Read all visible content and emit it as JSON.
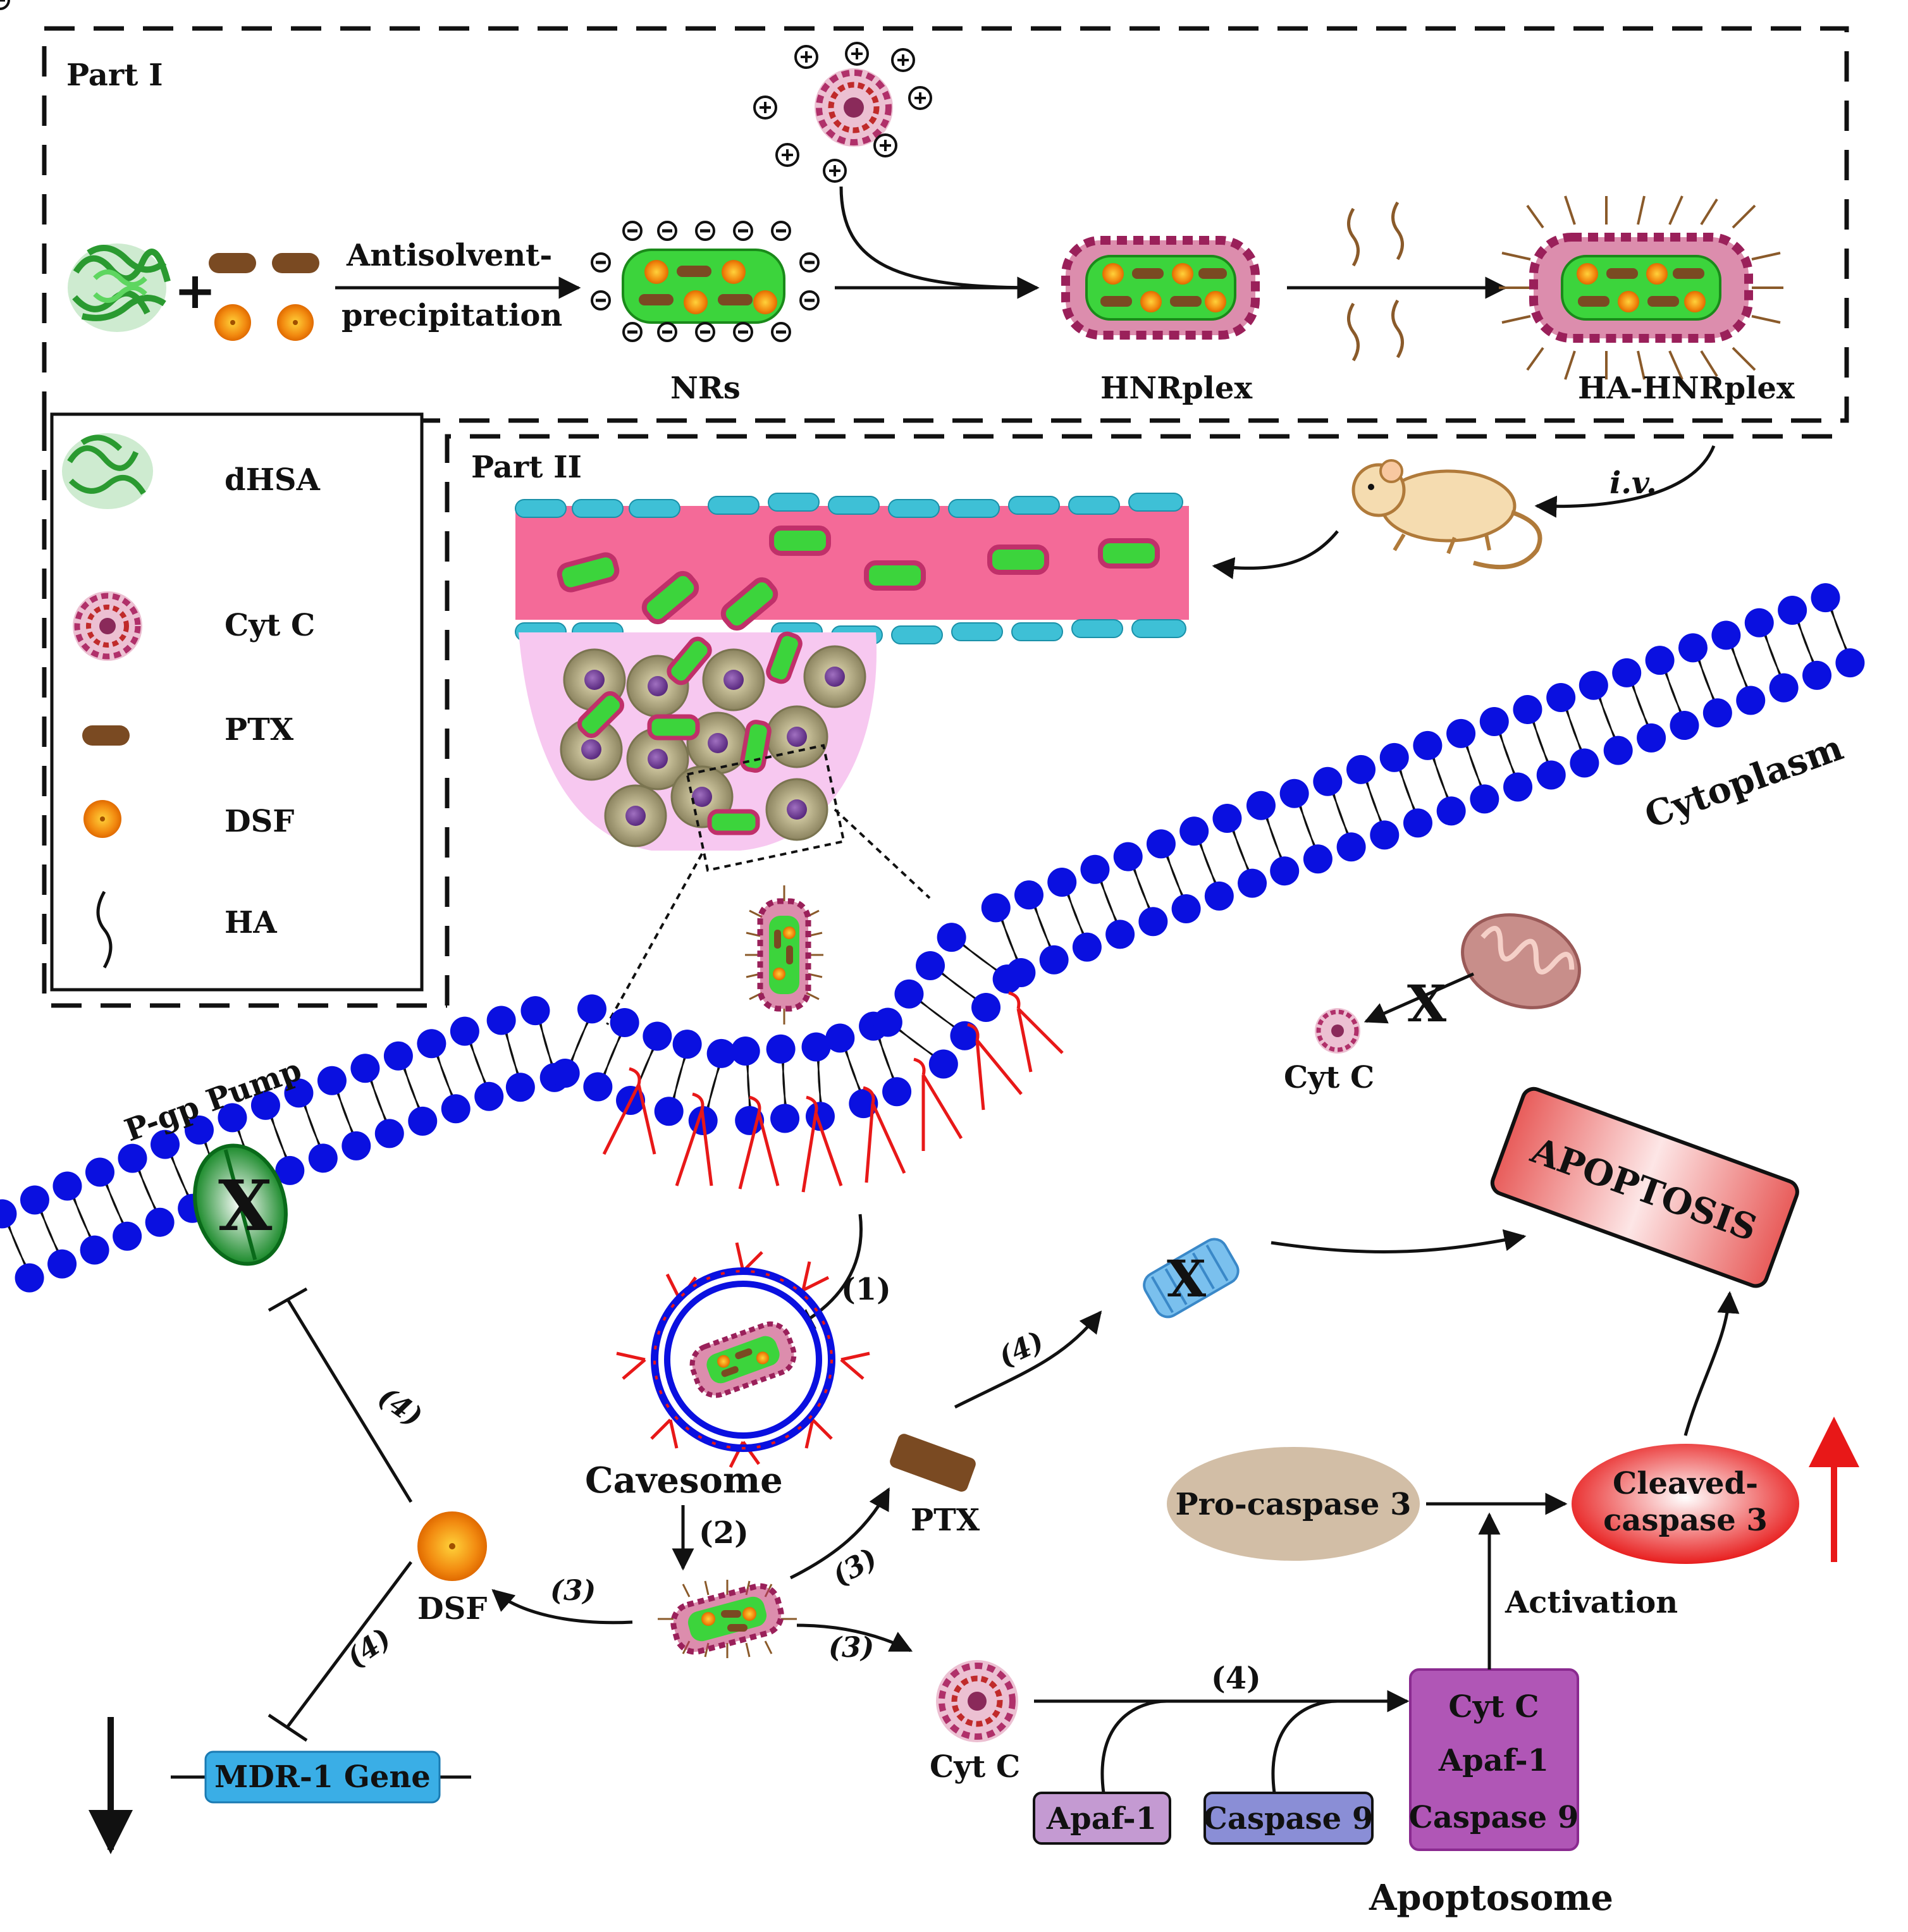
{
  "part1": {
    "title": "Part I",
    "step_label_1": "Antisolvent-",
    "step_label_2": "precipitation",
    "nrs": "NRs",
    "hnrplex": "HNRplex",
    "ha_hnrplex": "HA-HNRplex"
  },
  "legend": {
    "items": [
      "dHSA",
      "Cyt C",
      "PTX",
      "DSF",
      "HA"
    ]
  },
  "part2": {
    "title": "Part II",
    "route": "i.v."
  },
  "cell": {
    "cytoplasm": "Cytoplasm",
    "pgp": "P-gp Pump",
    "cavesome": "Cavesome",
    "cytc_top": "Cyt C",
    "apoptosis": "APOPTOSIS",
    "ptx": "PTX",
    "dsf": "DSF",
    "mdr": "MDR-1 Gene",
    "cytc_bottom": "Cyt C",
    "apaf": "Apaf-1",
    "casp9": "Caspase 9",
    "complex": [
      "Cyt C",
      "Apaf-1",
      "Caspase 9"
    ],
    "apoptosome": "Apoptosome",
    "procasp": "Pro-caspase 3",
    "cleaved": [
      "Cleaved-",
      "caspase 3"
    ],
    "activation": "Activation"
  },
  "steps": {
    "s1": "(1)",
    "s2": "(2)",
    "s3a": "(3)",
    "s3b": "(3)",
    "s3c": "(3)",
    "s4a": "(4)",
    "s4b": "(4)",
    "s4c": "(4)",
    "s4d": "(4)"
  },
  "colors": {
    "dhsa": "#3cb044",
    "cytc": "#b0306a",
    "ptx": "#7a4a22",
    "dsf": "#f28a10",
    "lipid_head": "#0a10e0",
    "blood": "#f46a98",
    "tumor": "#f7c8f0",
    "endothelial": "#3ec0d6",
    "apoptosis_box": "#e87a78",
    "procasp": "#d2bea6",
    "cleaved": "#ea2a2a",
    "mdr_box": "#3aaee6",
    "apaf_box": "#c49ad2",
    "casp9_box": "#8a8ed6",
    "complex_box": "#b056b6"
  }
}
